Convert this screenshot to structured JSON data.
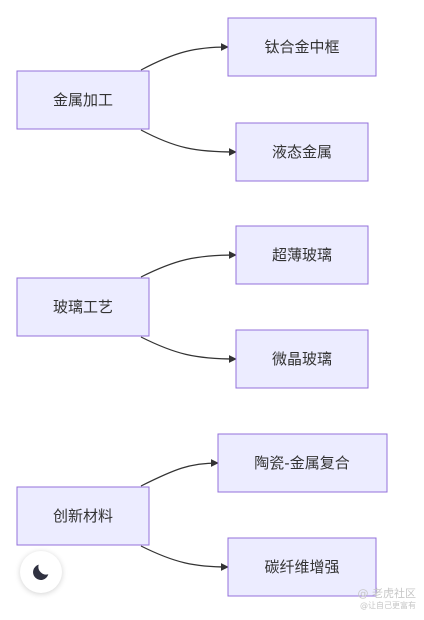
{
  "diagram": {
    "groups": [
      {
        "source": {
          "label": "金属加工"
        },
        "targets": [
          {
            "label": "钛合金中框"
          },
          {
            "label": "液态金属"
          }
        ]
      },
      {
        "source": {
          "label": "玻璃工艺"
        },
        "targets": [
          {
            "label": "超薄玻璃"
          },
          {
            "label": "微晶玻璃"
          }
        ]
      },
      {
        "source": {
          "label": "创新材料"
        },
        "targets": [
          {
            "label": "陶瓷-金属复合"
          },
          {
            "label": "碳纤维增强"
          }
        ]
      }
    ]
  },
  "theme_toggle": {
    "icon": "moon-icon"
  },
  "watermark": {
    "line1": "@ 老虎社区",
    "line2": "@让自己更富有"
  },
  "colors": {
    "node_fill": "#ECECFF",
    "node_border": "#9370DB",
    "edge": "#333333",
    "text": "#333333"
  }
}
